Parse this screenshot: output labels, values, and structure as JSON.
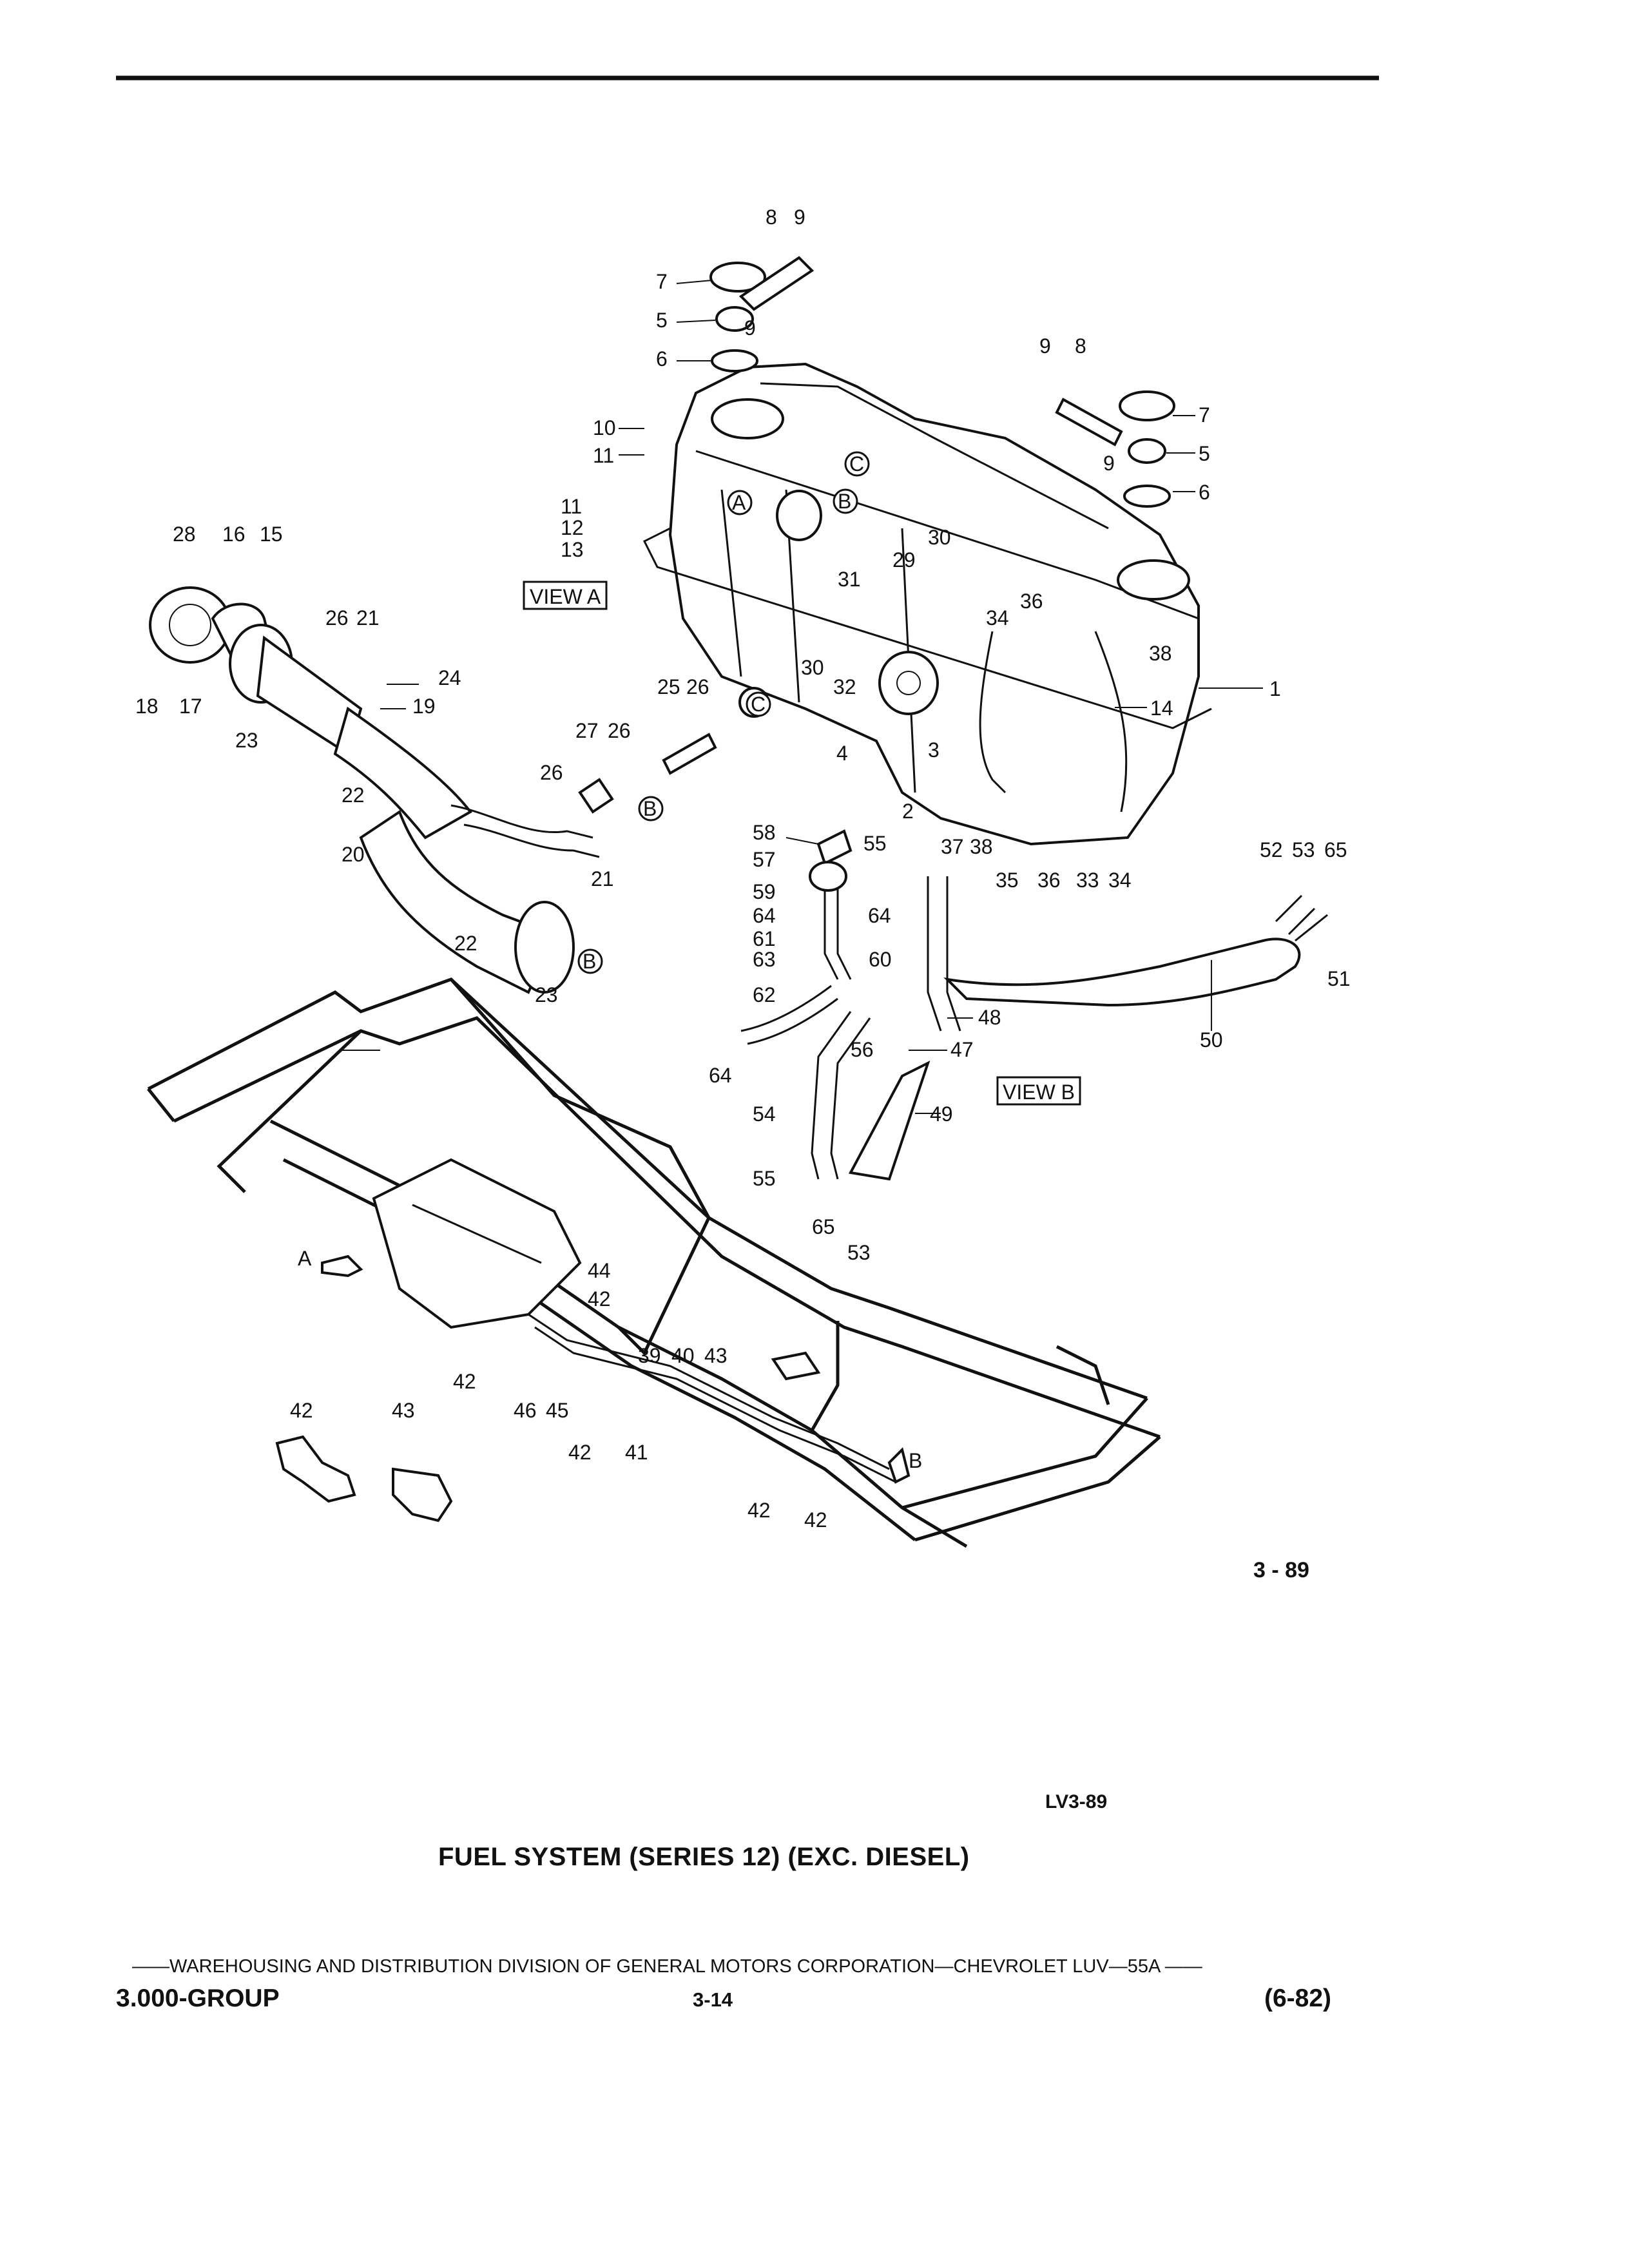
{
  "diagram": {
    "view_a_label": "VIEW A",
    "view_b_label": "VIEW B",
    "marker_a": "A",
    "marker_b": "B",
    "figure_code": "3 - 89",
    "drawing_code": "LV3-89",
    "caption": "FUEL SYSTEM (SERIES 12) (EXC. DIESEL)",
    "circled_refs": [
      "A",
      "B",
      "C"
    ],
    "callouts": [
      "1",
      "2",
      "3",
      "4",
      "5",
      "6",
      "7",
      "8",
      "9",
      "10",
      "11",
      "12",
      "13",
      "14",
      "15",
      "16",
      "17",
      "18",
      "19",
      "20",
      "21",
      "22",
      "23",
      "24",
      "25",
      "26",
      "27",
      "28",
      "29",
      "30",
      "31",
      "32",
      "33",
      "34",
      "35",
      "36",
      "37",
      "38",
      "39",
      "40",
      "41",
      "42",
      "43",
      "44",
      "45",
      "46",
      "47",
      "48",
      "49",
      "50",
      "51",
      "52",
      "53",
      "54",
      "55",
      "56",
      "57",
      "58",
      "59",
      "60",
      "61",
      "62",
      "63",
      "64",
      "65"
    ]
  },
  "footer": {
    "division_line": "WAREHOUSING AND DISTRIBUTION  DIVISION OF GENERAL MOTORS CORPORATION—CHEVROLET LUV—55A",
    "group": "3.000-GROUP",
    "page": "3-14",
    "date": "(6-82)"
  }
}
